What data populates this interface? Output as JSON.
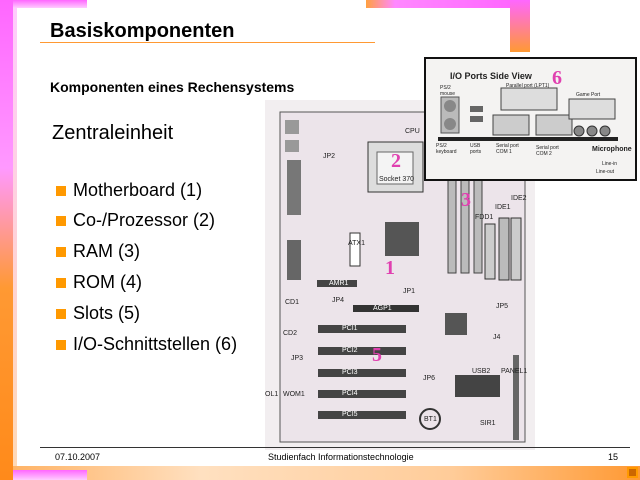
{
  "slide": {
    "title": "Basiskomponenten",
    "subtitle": "Komponenten eines Rechensystems",
    "heading": "Zentraleinheit",
    "bullets": [
      "Motherboard (1)",
      "Co-/Prozessor (2)",
      "RAM (3)",
      "ROM (4)",
      "Slots (5)",
      "I/O-Schnittstellen (6)"
    ]
  },
  "footer": {
    "date": "07.10.2007",
    "center": "Studienfach Informationstechnologie",
    "page": "15"
  },
  "figure": {
    "labels": {
      "cpu": "CPU",
      "socket": "Socket 370",
      "jp2": "JP2",
      "atx1": "ATX1",
      "amr1": "AMR1",
      "jp4": "JP4",
      "jp1": "JP1",
      "agp1": "AGP1",
      "cd1": "CD1",
      "cd2": "CD2",
      "jp3": "JP3",
      "ol1": "OL1",
      "wom1": "WOM1",
      "pci1": "PCI1",
      "pci2": "PCI2",
      "pci3": "PCI3",
      "pci4": "PCI4",
      "pci5": "PCI5",
      "bt1": "BT1",
      "jp6": "JP6",
      "usb2": "USB2",
      "sir1": "SIR1",
      "panel1": "PANEL1",
      "j4": "J4",
      "jp5": "JP5",
      "fdd1": "FDD1",
      "ide1": "IDE1",
      "ide2": "IDE2"
    },
    "numbers": {
      "n1": "1",
      "n2": "2",
      "n3": "3",
      "n5": "5",
      "n6": "6"
    },
    "io": {
      "title": "I/O Ports Side View",
      "ps2mouse": "PS/2 mouse",
      "parallel": "Parallel port (LPT1)",
      "game": "Game Port",
      "ps2kb": "PS/2 keyboard",
      "usb": "USB ports",
      "com1": "Serial port COM 1",
      "com2": "Serial port COM 2",
      "mic": "Microphone",
      "linein": "Line-in",
      "lineout": "Line-out"
    }
  }
}
